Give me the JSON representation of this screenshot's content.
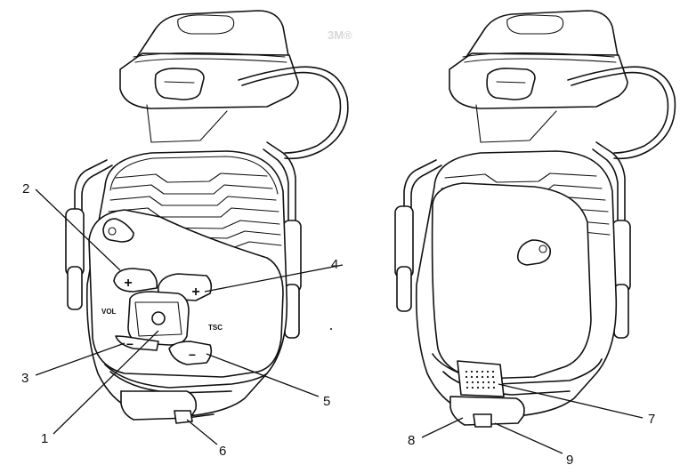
{
  "figure": {
    "left_view": {
      "buttons": {
        "vol_plus": "+",
        "vol_minus": "−",
        "power": "O",
        "tsc_plus": "+",
        "tsc_minus": "−",
        "vol_label": "VOL",
        "tsc_label": "TSC"
      },
      "callouts": [
        "1",
        "2",
        "3",
        "4",
        "5",
        "6"
      ]
    },
    "right_view": {
      "callouts": [
        "7",
        "8",
        "9"
      ]
    },
    "faint_text": "3M®"
  }
}
